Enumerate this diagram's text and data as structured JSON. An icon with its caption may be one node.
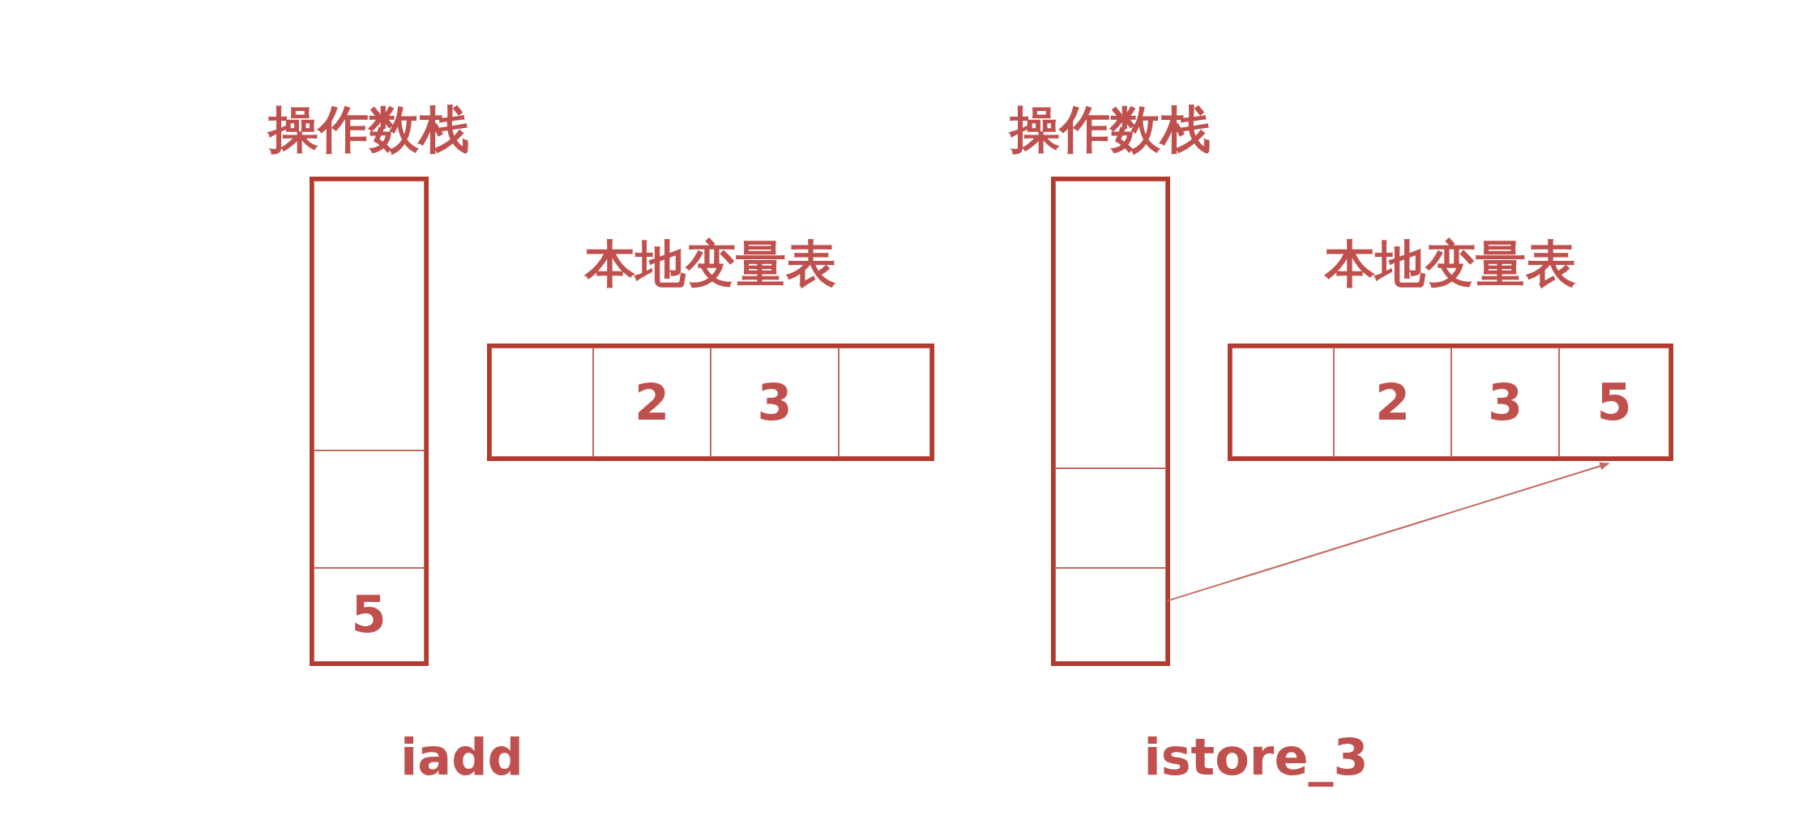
{
  "diagram": {
    "nodes": [
      {
        "text": [
          "操作数栈"
        ]
      },
      {
        "text": [],
        "shape": "box",
        "in": 0
      },
      {
        "text": [],
        "shape": "box",
        "in": 0
      },
      {
        "text": [
          "5"
        ],
        "in": 0
      },
      {
        "text": [
          "本地变量表"
        ]
      },
      {
        "text": [],
        "shape": "box",
        "in": 4
      },
      {
        "text": [
          "2"
        ],
        "in": 4
      },
      {
        "text": [
          "3"
        ],
        "in": 4
      },
      {
        "text": [],
        "shape": "box",
        "in": 4
      },
      {
        "text": [
          "操作数栈"
        ]
      },
      {
        "text": [],
        "shape": "box",
        "in": 9
      },
      {
        "text": [],
        "shape": "box",
        "in": 9
      },
      {
        "text": [],
        "shape": "box",
        "in": 9
      },
      {
        "text": [
          "本地变量表"
        ]
      },
      {
        "text": [],
        "shape": "box",
        "in": 13
      },
      {
        "text": [
          "2"
        ],
        "in": 13
      },
      {
        "text": [
          "3"
        ],
        "in": 13
      },
      {
        "text": [
          "5"
        ],
        "in": 13
      }
    ],
    "edges": [
      {
        "from": 12,
        "to": 17,
        "arrow": "to"
      }
    ],
    "labels": [
      "iadd",
      "istore_3"
    ]
  }
}
